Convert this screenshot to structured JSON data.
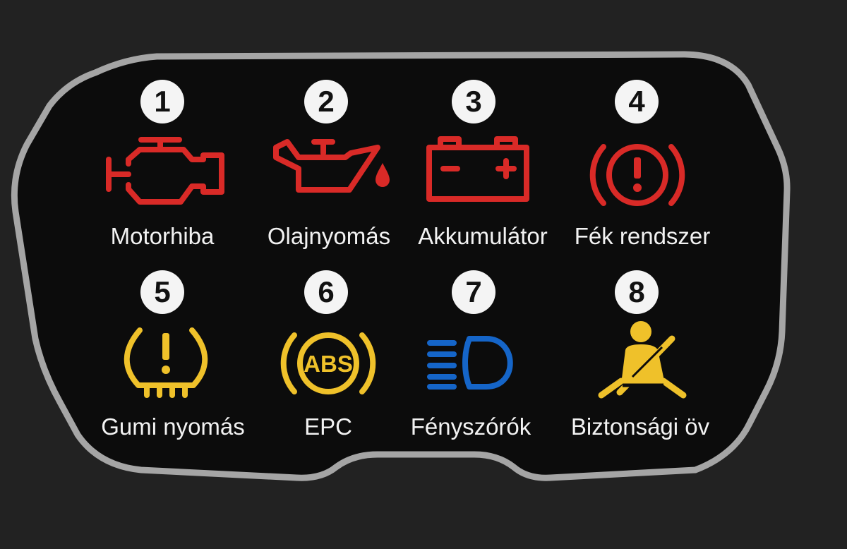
{
  "colors": {
    "background": "#222222",
    "panel": "#0c0c0c",
    "bezel": "#a5a5a5",
    "badge": "#f4f4f4",
    "label_text": "#f2f2f2",
    "red_warning": "#d92a27",
    "amber_warning": "#efc12a",
    "blue_indicator": "#1565c8"
  },
  "indicators": [
    {
      "number": "1",
      "label": "Motorhiba",
      "icon": "engine-icon",
      "color": "red"
    },
    {
      "number": "2",
      "label": "Olajnyomás",
      "icon": "oil-can-icon",
      "color": "red"
    },
    {
      "number": "3",
      "label": "Akkumulátor",
      "icon": "battery-icon",
      "color": "red"
    },
    {
      "number": "4",
      "label": "Fék rendszer",
      "icon": "brake-warning-icon",
      "color": "red"
    },
    {
      "number": "5",
      "label": "Gumi nyomás",
      "icon": "tire-pressure-icon",
      "color": "amber"
    },
    {
      "number": "6",
      "label": "EPC",
      "icon": "abs-icon",
      "color": "amber",
      "icon_text": "ABS"
    },
    {
      "number": "7",
      "label": "Fényszórók",
      "icon": "headlight-icon",
      "color": "blue"
    },
    {
      "number": "8",
      "label": "Biztonsági öv",
      "icon": "seatbelt-icon",
      "color": "amber"
    }
  ]
}
